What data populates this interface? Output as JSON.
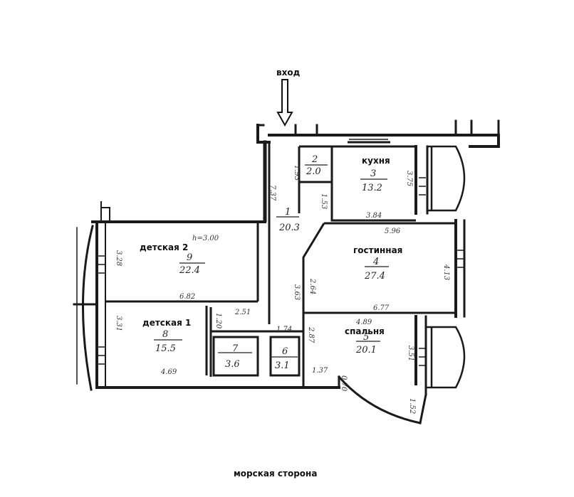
{
  "entrance_label": "вход",
  "footer_label": "морская сторона",
  "ceiling_note": "h=3.00",
  "rooms": [
    {
      "id": "1",
      "name": "",
      "number": "1",
      "area": "20.3"
    },
    {
      "id": "2",
      "name": "",
      "number": "2",
      "area": "2.0"
    },
    {
      "id": "3",
      "name": "кухня",
      "number": "3",
      "area": "13.2"
    },
    {
      "id": "4",
      "name": "гостинная",
      "number": "4",
      "area": "27.4"
    },
    {
      "id": "5",
      "name": "спальня",
      "number": "5",
      "area": "20.1"
    },
    {
      "id": "6",
      "name": "",
      "number": "6",
      "area": "3.1"
    },
    {
      "id": "7",
      "name": "",
      "number": "7",
      "area": "3.6"
    },
    {
      "id": "8",
      "name": "детская 1",
      "number": "8",
      "area": "15.5"
    },
    {
      "id": "9",
      "name": "детская 2",
      "number": "9",
      "area": "22.4"
    }
  ],
  "dimensions": [
    "1.93",
    "7.37",
    "1.53",
    "3.75",
    "3.84",
    "5.96",
    "2.64",
    "3.63",
    "4.13",
    "6.77",
    "4.89",
    "2.87",
    "3.51",
    "1.52",
    "0.70",
    "1.37",
    "1.74",
    "1.20",
    "2.51",
    "3.28",
    "6.82",
    "3.31",
    "4.69"
  ]
}
